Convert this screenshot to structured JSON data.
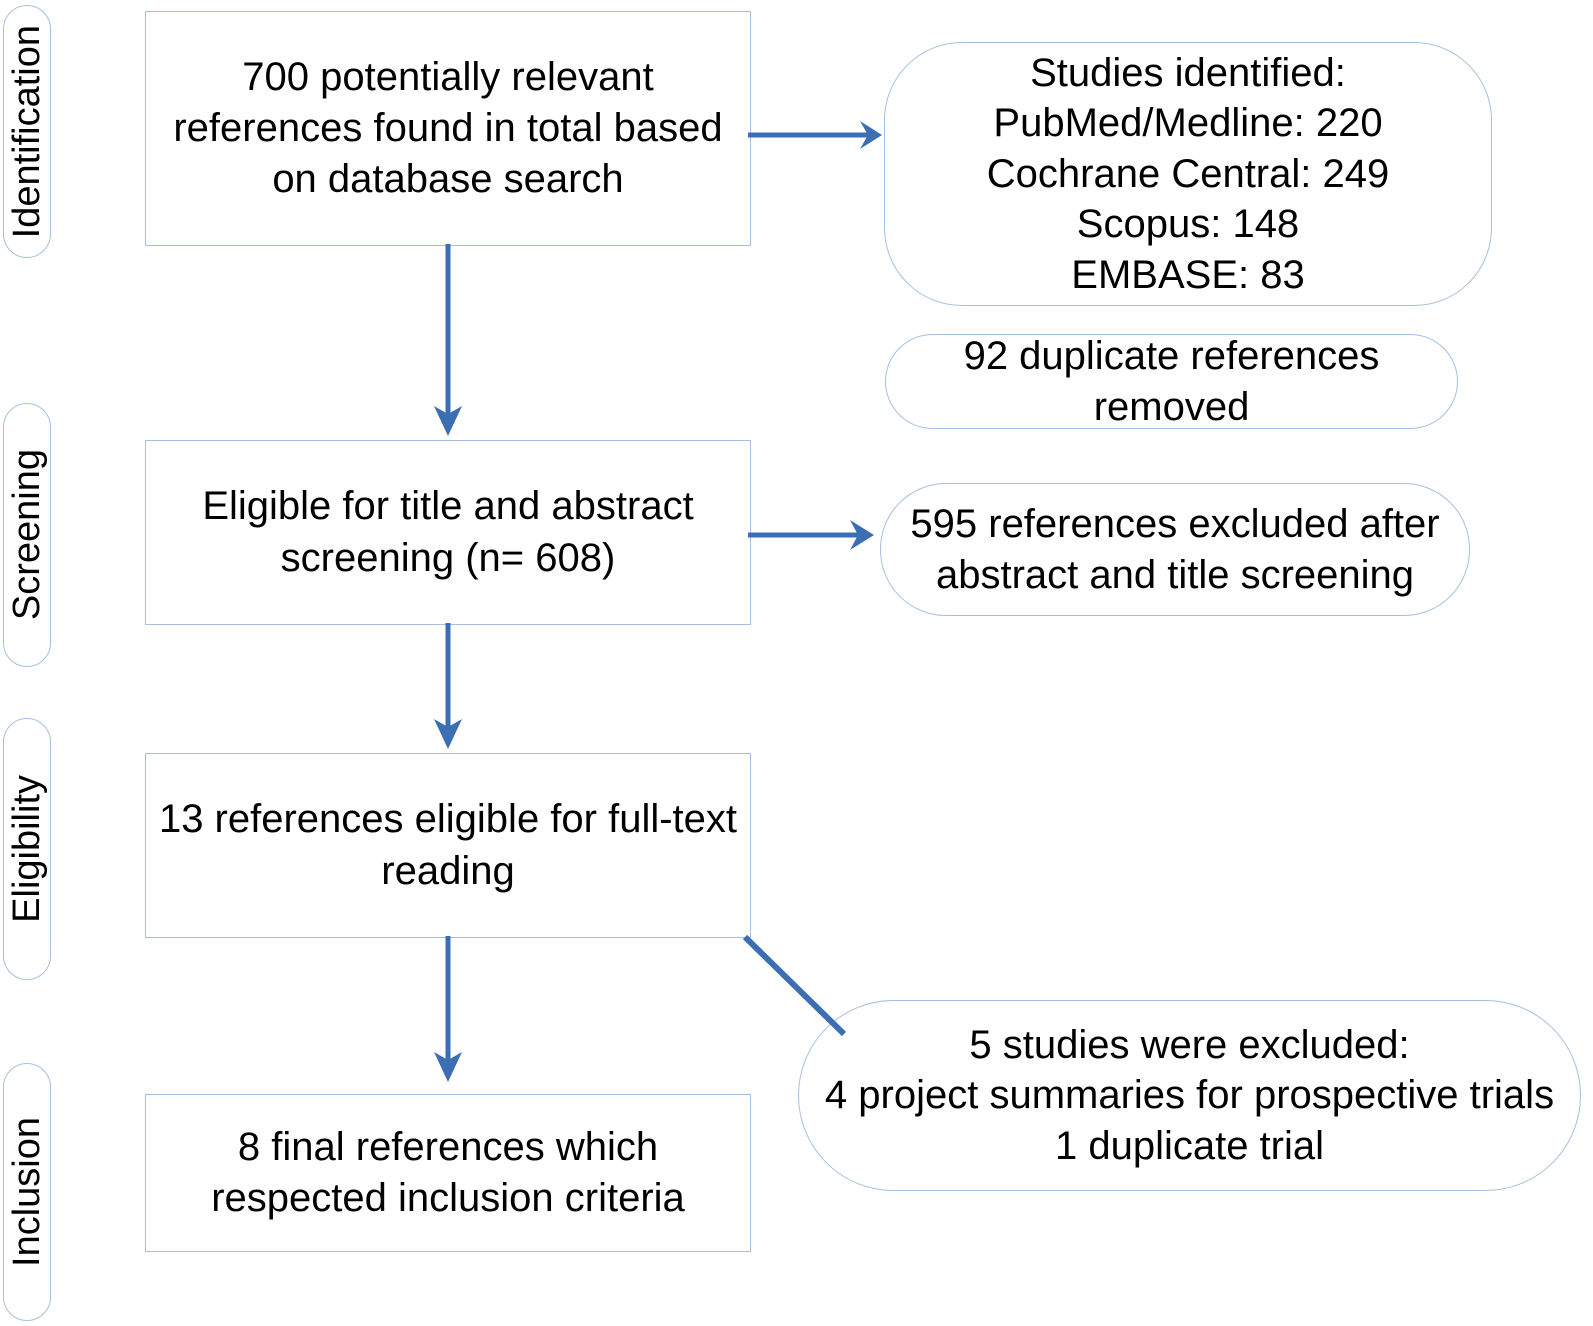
{
  "diagram": {
    "type": "PRISMA flow diagram",
    "accent_border": "#a6c0dd",
    "accent_arrow": "#3c6eb4",
    "stages": [
      {
        "label": "Identification"
      },
      {
        "label": "Screening"
      },
      {
        "label": "Eligibility"
      },
      {
        "label": "Inclusion"
      }
    ],
    "main_boxes": [
      {
        "id": "identification-box",
        "text": "700 potentially relevant references found in total based on database search"
      },
      {
        "id": "screening-box",
        "text": "Eligible for title and abstract screening (n= 608)"
      },
      {
        "id": "eligibility-box",
        "text": "13 references eligible for full-text reading"
      },
      {
        "id": "inclusion-box",
        "text": "8 final references which respected inclusion criteria"
      }
    ],
    "side_boxes": [
      {
        "id": "studies-identified-box",
        "lines": [
          "Studies identified:",
          "PubMed/Medline: 220",
          "Cochrane Central: 249",
          "Scopus: 148",
          "EMBASE: 83"
        ]
      },
      {
        "id": "duplicates-removed-box",
        "lines": [
          "92 duplicate references removed"
        ]
      },
      {
        "id": "abstract-excluded-box",
        "lines": [
          "595 references excluded after abstract and title screening"
        ]
      },
      {
        "id": "fulltext-excluded-box",
        "lines": [
          "5 studies were excluded:",
          "4 project summaries for prospective trials",
          "1 duplicate trial"
        ]
      }
    ],
    "counts": {
      "total_found": 700,
      "pubmed_medline": 220,
      "cochrane_central": 249,
      "scopus": 148,
      "embase": 83,
      "duplicates_removed": 92,
      "eligible_title_abstract": 608,
      "excluded_after_abstract_title": 595,
      "eligible_fulltext": 13,
      "excluded_fulltext_total": 5,
      "excluded_project_summaries": 4,
      "excluded_duplicate_trial": 1,
      "final_included": 8
    }
  }
}
